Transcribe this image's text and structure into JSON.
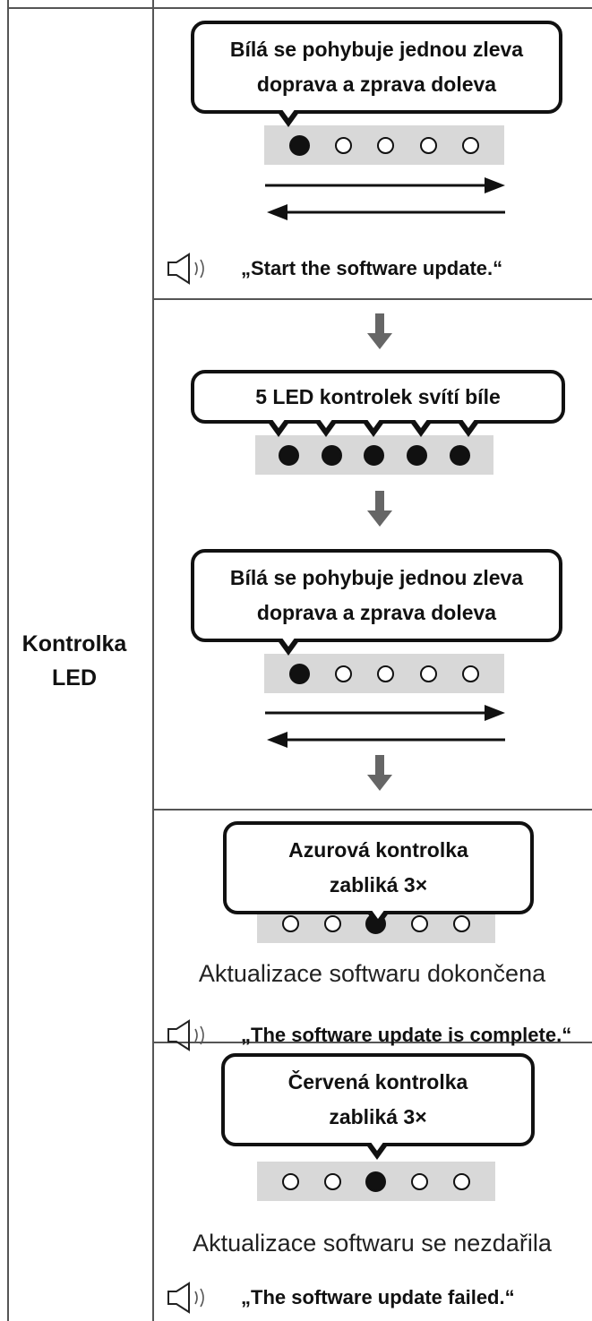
{
  "left_label": {
    "line1": "Kontrolka",
    "line2": "LED"
  },
  "section1": {
    "bubble_line1": "Bílá se pohybuje jednou zleva",
    "bubble_line2": "doprava a zprava doleva",
    "leds": [
      true,
      false,
      false,
      false,
      false
    ],
    "speaker_quote": "„Start the software update.“"
  },
  "section2": {
    "bubble_a": "5 LED kontrolek svítí bíle",
    "leds_a": [
      true,
      true,
      true,
      true,
      true
    ],
    "bubble_b_line1": "Bílá se pohybuje jednou zleva",
    "bubble_b_line2": "doprava a zprava doleva",
    "leds_b": [
      true,
      false,
      false,
      false,
      false
    ]
  },
  "section3": {
    "bubble_line1": "Azurová kontrolka",
    "bubble_line2": "zabliká 3×",
    "leds": [
      false,
      false,
      true,
      false,
      false
    ],
    "status": "Aktualizace softwaru dokončena",
    "speaker_quote": "„The software update is complete.“"
  },
  "section4": {
    "bubble_line1": "Červená kontrolka",
    "bubble_line2": "zabliká 3×",
    "leds": [
      false,
      false,
      true,
      false,
      false
    ],
    "status": "Aktualizace softwaru se nezdařila",
    "speaker_quote": "„The software update failed.“"
  },
  "icons": [
    "speaker-icon",
    "down-arrow-icon",
    "right-arrow-icon",
    "left-arrow-icon"
  ]
}
